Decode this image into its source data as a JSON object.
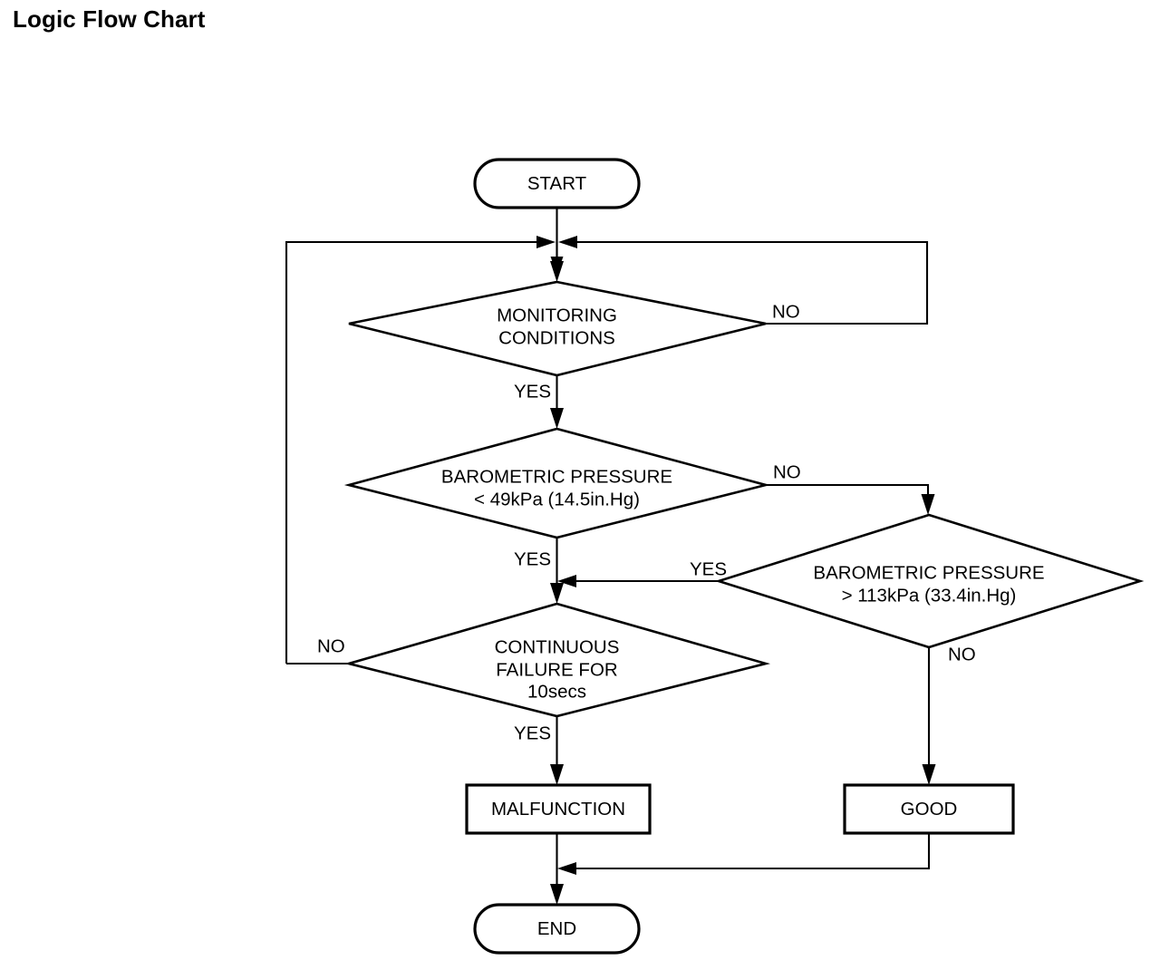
{
  "page": {
    "title": "Logic Flow Chart",
    "background_color": "#ffffff",
    "ink_color": "#000000"
  },
  "chart_data": {
    "type": "diagram",
    "diagram_kind": "flowchart",
    "title": "Logic Flow Chart",
    "orientation": "top-to-bottom",
    "nodes": [
      {
        "id": "start",
        "shape": "terminator",
        "label": "START"
      },
      {
        "id": "monitoring",
        "shape": "decision",
        "label": "MONITORING\nCONDITIONS",
        "line1": "MONITORING",
        "line2": "CONDITIONS"
      },
      {
        "id": "baro_low",
        "shape": "decision",
        "label": "BAROMETRIC PRESSURE\n< 49kPa (14.5in.Hg)",
        "line1": "BAROMETRIC PRESSURE",
        "line2": "< 49kPa (14.5in.Hg)"
      },
      {
        "id": "baro_high",
        "shape": "decision",
        "label": "BAROMETRIC PRESSURE\n> 113kPa (33.4in.Hg)",
        "line1": "BAROMETRIC PRESSURE",
        "line2": "> 113kPa (33.4in.Hg)"
      },
      {
        "id": "cont_fail",
        "shape": "decision",
        "label": "CONTINUOUS\nFAILURE FOR\n10secs",
        "line1": "CONTINUOUS",
        "line2": "FAILURE FOR",
        "line3": "10secs"
      },
      {
        "id": "malfunction",
        "shape": "process",
        "label": "MALFUNCTION"
      },
      {
        "id": "good",
        "shape": "process",
        "label": "GOOD"
      },
      {
        "id": "end",
        "shape": "terminator",
        "label": "END"
      }
    ],
    "edges": [
      {
        "from": "start",
        "to": "monitoring",
        "label": ""
      },
      {
        "from": "monitoring",
        "to": "baro_low",
        "label": "YES"
      },
      {
        "from": "monitoring",
        "to": "monitoring",
        "label": "NO",
        "note": "loops back to junction above monitoring"
      },
      {
        "from": "baro_low",
        "to": "cont_fail",
        "label": "YES"
      },
      {
        "from": "baro_low",
        "to": "baro_high",
        "label": "NO"
      },
      {
        "from": "baro_high",
        "to": "cont_fail",
        "label": "YES"
      },
      {
        "from": "baro_high",
        "to": "good",
        "label": "NO"
      },
      {
        "from": "cont_fail",
        "to": "malfunction",
        "label": "YES"
      },
      {
        "from": "cont_fail",
        "to": "monitoring",
        "label": "NO",
        "note": "loops back to junction above monitoring"
      },
      {
        "from": "malfunction",
        "to": "end",
        "label": ""
      },
      {
        "from": "good",
        "to": "end",
        "label": ""
      }
    ],
    "edge_labels": {
      "monitoring_yes": "YES",
      "monitoring_no": "NO",
      "baro_low_yes": "YES",
      "baro_low_no": "NO",
      "baro_high_yes": "YES",
      "baro_high_no": "NO",
      "cont_fail_yes": "YES",
      "cont_fail_no": "NO"
    }
  }
}
